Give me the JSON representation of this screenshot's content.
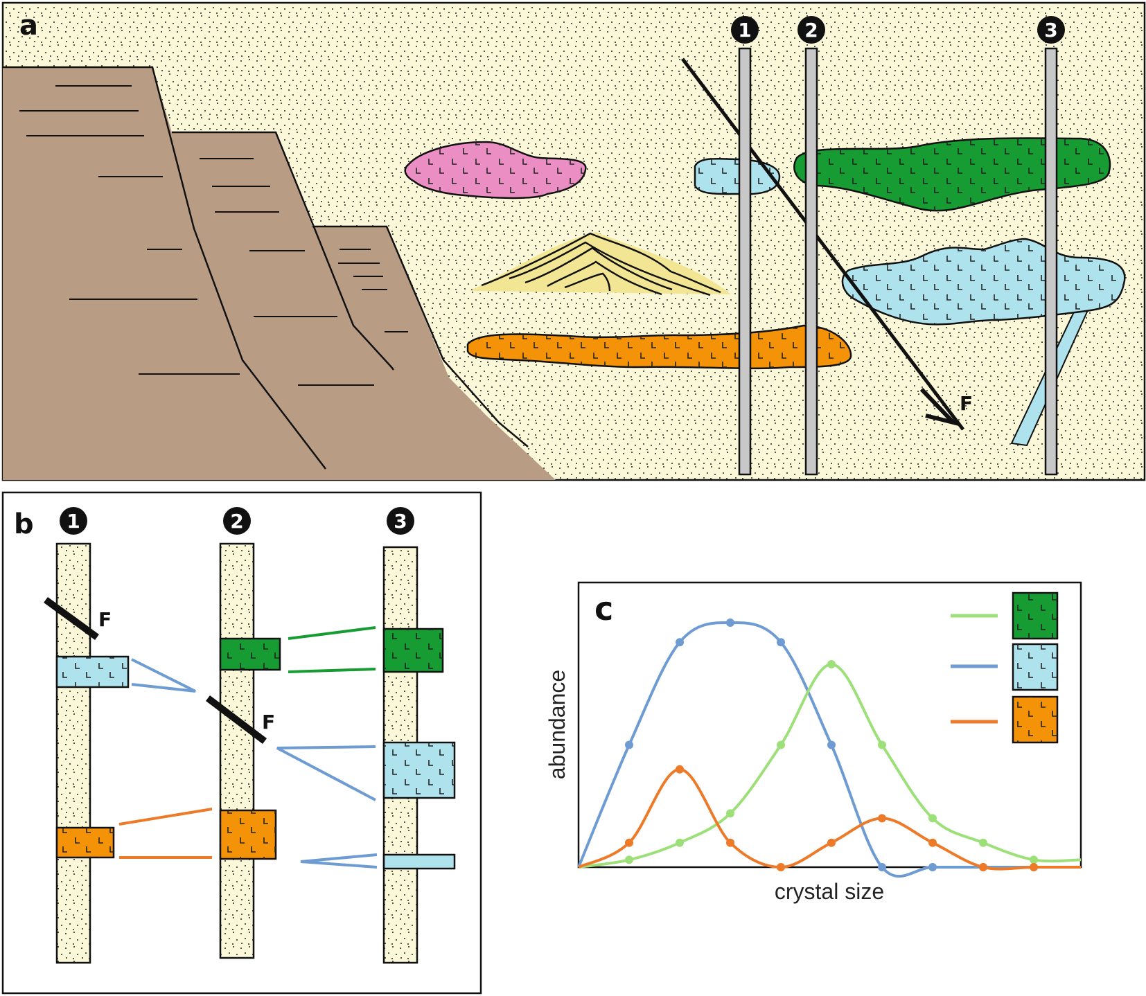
{
  "panels": {
    "a": {
      "letter": "a"
    },
    "b": {
      "letter": "b"
    },
    "c": {
      "letter": "c"
    }
  },
  "wells": [
    "1",
    "2",
    "3"
  ],
  "fault_label": "F",
  "rock_colors": {
    "green": "#169c32",
    "light_blue": "#aee3ee",
    "orange": "#f49208",
    "pink": "#ea8ec4",
    "yellow": "#f2e694",
    "sand": "#fbf7d9",
    "cliff": "#b89c84",
    "well_gray": "#c8c8c8"
  },
  "chart_data": {
    "type": "line",
    "xlabel": "crystal size",
    "ylabel": "abundance",
    "x": [
      0,
      1,
      2,
      3,
      4,
      5,
      6,
      7,
      8,
      9
    ],
    "series": [
      {
        "color": "#6d9bd2",
        "legend_swatch": "light_blue",
        "values": [
          0.0,
          0.5,
          0.92,
          1.0,
          0.92,
          0.5,
          0.0,
          0.0,
          0.0,
          0.0
        ]
      },
      {
        "color": "#9de07a",
        "legend_swatch": "green",
        "values": [
          0.0,
          0.03,
          0.1,
          0.22,
          0.5,
          0.83,
          0.5,
          0.2,
          0.1,
          0.03
        ]
      },
      {
        "color": "#ec7a28",
        "legend_swatch": "orange",
        "values": [
          0.0,
          0.1,
          0.4,
          0.1,
          0.0,
          0.1,
          0.2,
          0.1,
          0.0,
          0.0
        ]
      }
    ]
  }
}
